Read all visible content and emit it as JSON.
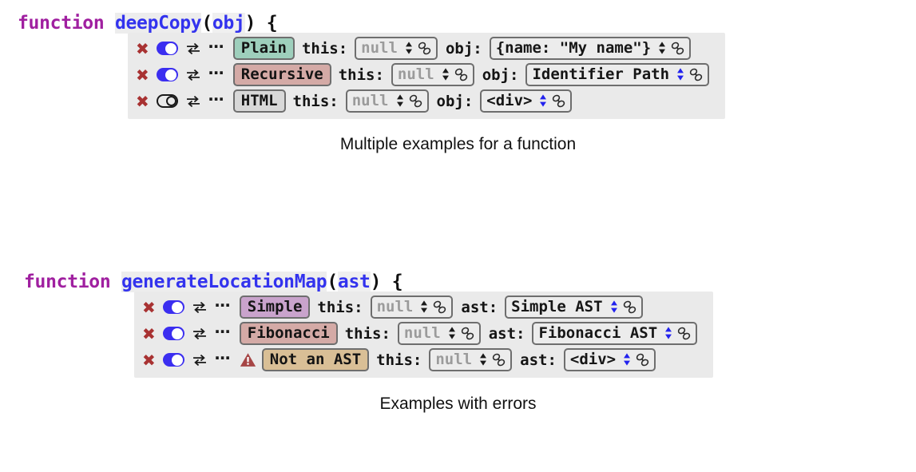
{
  "colors": {
    "keyword_purple": "#a020a0",
    "identifier_blue": "#3333ee",
    "panel_bg": "#eaeaea",
    "x_red": "#a83232",
    "toggle_on_blue": "#3b2ef0",
    "spinner_blue": "#2222ee",
    "chip_green": "#9ecfbc",
    "chip_rose": "#d4aaa6",
    "chip_gray": "#d8d8d8",
    "chip_purple": "#c9a3cc",
    "chip_tan": "#d9bf96",
    "warning_red": "#a64545"
  },
  "sections": [
    {
      "signature": {
        "keyword": "function",
        "name": "deepCopy",
        "open_paren": "(",
        "param": "obj",
        "close_paren": ")",
        "brace": "{"
      },
      "rows": [
        {
          "close_icon": "close-x-icon",
          "toggle_state": "on",
          "swap_icon": "swap-arrows-icon",
          "more_icon": "ellipsis-icon",
          "warning": null,
          "chip": {
            "label": "Plain",
            "color": "#9ecfbc"
          },
          "fields": [
            {
              "label": "this:",
              "value": "null",
              "muted": true,
              "spinner_color": "#1a1a1a",
              "link_icon": "chain-link-icon"
            },
            {
              "label": "obj:",
              "value": "{name: \"My name\"}",
              "muted": false,
              "spinner_color": "#1a1a1a",
              "link_icon": "chain-link-icon"
            }
          ]
        },
        {
          "close_icon": "close-x-icon",
          "toggle_state": "on",
          "swap_icon": "swap-arrows-icon",
          "more_icon": "ellipsis-icon",
          "warning": null,
          "chip": {
            "label": "Recursive",
            "color": "#d4aaa6"
          },
          "fields": [
            {
              "label": "this:",
              "value": "null",
              "muted": true,
              "spinner_color": "#1a1a1a",
              "link_icon": "chain-link-icon"
            },
            {
              "label": "obj:",
              "value": "Identifier Path",
              "muted": false,
              "spinner_color": "#2222ee",
              "link_icon": "chain-link-icon"
            }
          ]
        },
        {
          "close_icon": "close-x-icon",
          "toggle_state": "off",
          "swap_icon": "swap-arrows-icon",
          "more_icon": "ellipsis-icon",
          "warning": null,
          "chip": {
            "label": "HTML",
            "color": "#d8d8d8"
          },
          "fields": [
            {
              "label": "this:",
              "value": "null",
              "muted": true,
              "spinner_color": "#1a1a1a",
              "link_icon": "chain-link-icon"
            },
            {
              "label": "obj:",
              "value": "<div>",
              "muted": false,
              "spinner_color": "#2222ee",
              "link_icon": "chain-link-icon"
            }
          ]
        }
      ],
      "caption": "Multiple examples for a function"
    },
    {
      "signature": {
        "keyword": "function",
        "name": "generateLocationMap",
        "open_paren": "(",
        "param": "ast",
        "close_paren": ")",
        "brace": "{"
      },
      "rows": [
        {
          "close_icon": "close-x-icon",
          "toggle_state": "on",
          "swap_icon": "swap-arrows-icon",
          "more_icon": "ellipsis-icon",
          "warning": null,
          "chip": {
            "label": "Simple",
            "color": "#c9a3cc"
          },
          "fields": [
            {
              "label": "this:",
              "value": "null",
              "muted": true,
              "spinner_color": "#1a1a1a",
              "link_icon": "chain-link-icon"
            },
            {
              "label": "ast:",
              "value": "Simple AST",
              "muted": false,
              "spinner_color": "#2222ee",
              "link_icon": "chain-link-icon"
            }
          ]
        },
        {
          "close_icon": "close-x-icon",
          "toggle_state": "on",
          "swap_icon": "swap-arrows-icon",
          "more_icon": "ellipsis-icon",
          "warning": null,
          "chip": {
            "label": "Fibonacci",
            "color": "#d4aaa6"
          },
          "fields": [
            {
              "label": "this:",
              "value": "null",
              "muted": true,
              "spinner_color": "#1a1a1a",
              "link_icon": "chain-link-icon"
            },
            {
              "label": "ast:",
              "value": "Fibonacci AST",
              "muted": false,
              "spinner_color": "#2222ee",
              "link_icon": "chain-link-icon"
            }
          ]
        },
        {
          "close_icon": "close-x-icon",
          "toggle_state": "on",
          "swap_icon": "swap-arrows-icon",
          "more_icon": "ellipsis-icon",
          "warning": "warning-triangle-icon",
          "chip": {
            "label": "Not an AST",
            "color": "#d9bf96"
          },
          "fields": [
            {
              "label": "this:",
              "value": "null",
              "muted": true,
              "spinner_color": "#1a1a1a",
              "link_icon": "chain-link-icon"
            },
            {
              "label": "ast:",
              "value": "<div>",
              "muted": false,
              "spinner_color": "#2222ee",
              "link_icon": "chain-link-icon"
            }
          ]
        }
      ],
      "caption": "Examples with errors"
    }
  ]
}
